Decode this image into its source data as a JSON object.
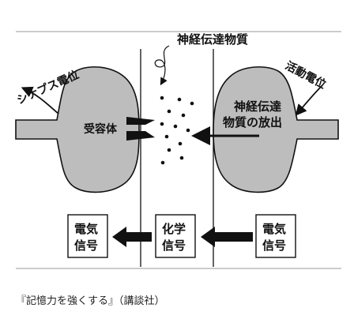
{
  "labels": {
    "neurotransmitter": "神経伝達物質",
    "synaptic_potential": "シナプス電位",
    "action_potential": "活動電位",
    "receptor": "受容体",
    "release_line1": "神経伝達",
    "release_line2": "物質の放出",
    "left_box_line1": "電気",
    "left_box_line2": "信号",
    "middle_box_line1": "化学",
    "middle_box_line2": "信号",
    "right_box_line1": "電気",
    "right_box_line2": "信号"
  },
  "caption": "『記憶力を強くする』（講談社）",
  "colors": {
    "neuron_fill": "#bdbdbd",
    "stroke": "#111111",
    "background": "#ffffff"
  }
}
